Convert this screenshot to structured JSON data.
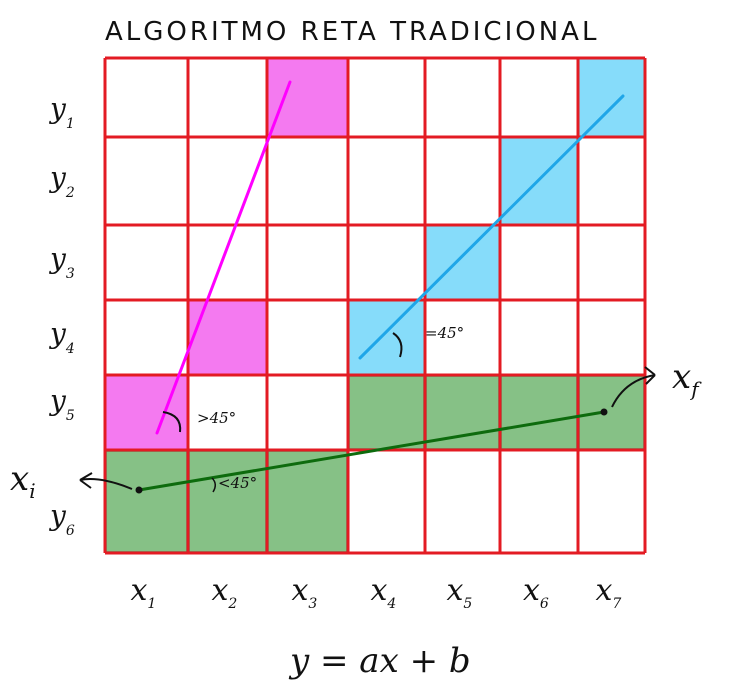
{
  "title": "ALGORITMO RETA TRADICIONAL",
  "equation": "y = ax + b",
  "grid": {
    "cols": 7,
    "rows": 6,
    "line_color": "#e31b23"
  },
  "column_labels": [
    "x1",
    "x2",
    "x3",
    "x4",
    "x5",
    "x6",
    "x7"
  ],
  "row_labels": [
    "y1",
    "y2",
    "y3",
    "y4",
    "y5",
    "y6"
  ],
  "colors": {
    "magenta_fill": "#f47af0",
    "magenta_line": "#ff00ff",
    "blue_fill": "#86dcfa",
    "blue_line": "#1fa6e8",
    "green_fill": "#86c186",
    "green_line": "#0d6b0d"
  },
  "magenta_cells": [
    [
      3,
      1
    ],
    [
      2,
      4
    ],
    [
      1,
      5
    ]
  ],
  "blue_cells": [
    [
      7,
      1
    ],
    [
      6,
      2
    ],
    [
      5,
      3
    ],
    [
      4,
      4
    ]
  ],
  "green_cells": [
    [
      1,
      6
    ],
    [
      2,
      6
    ],
    [
      3,
      6
    ],
    [
      4,
      5
    ],
    [
      5,
      5
    ],
    [
      6,
      5
    ],
    [
      7,
      5
    ]
  ],
  "annotations": {
    "magenta_angle": ">45°",
    "blue_angle": "=45°",
    "green_angle": "<45°",
    "start_label": "xi",
    "end_label": "xf"
  }
}
